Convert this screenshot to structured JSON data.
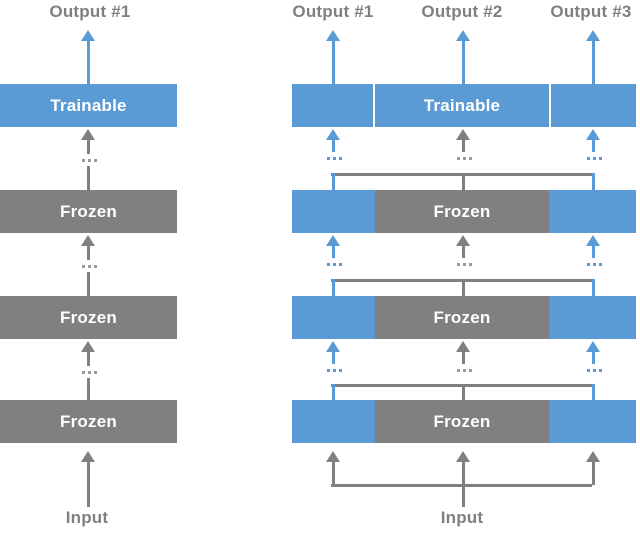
{
  "diagram": {
    "title_text": "",
    "colors": {
      "trainable_blue": "#5b9bd5",
      "frozen_gray": "#808080",
      "label_gray": "#808080",
      "background": "#ffffff"
    },
    "labels": {
      "trainable": "Trainable",
      "frozen": "Frozen",
      "input": "Input",
      "output_1": "Output #1",
      "output_2": "Output #2",
      "output_3": "Output #3",
      "ellipsis": "..."
    },
    "left_panel": {
      "name": "single-output-stack",
      "outputs": [
        "Output #1"
      ],
      "input": "Input",
      "layers": [
        {
          "label": "Trainable",
          "type": "trainable"
        },
        {
          "label": "Frozen",
          "type": "frozen"
        },
        {
          "label": "Frozen",
          "type": "frozen"
        },
        {
          "label": "Frozen",
          "type": "frozen"
        }
      ]
    },
    "right_panel": {
      "name": "multi-output-stack",
      "outputs": [
        "Output #1",
        "Output #2",
        "Output #3"
      ],
      "input": "Input",
      "layers": [
        {
          "label": "Trainable",
          "type": "trainable",
          "segments": [
            "trainable",
            "trainable",
            "trainable"
          ]
        },
        {
          "label": "Frozen",
          "type": "frozen",
          "segments": [
            "trainable",
            "frozen",
            "trainable"
          ]
        },
        {
          "label": "Frozen",
          "type": "frozen",
          "segments": [
            "trainable",
            "frozen",
            "trainable"
          ]
        },
        {
          "label": "Frozen",
          "type": "frozen",
          "segments": [
            "trainable",
            "frozen",
            "trainable"
          ]
        }
      ]
    }
  }
}
